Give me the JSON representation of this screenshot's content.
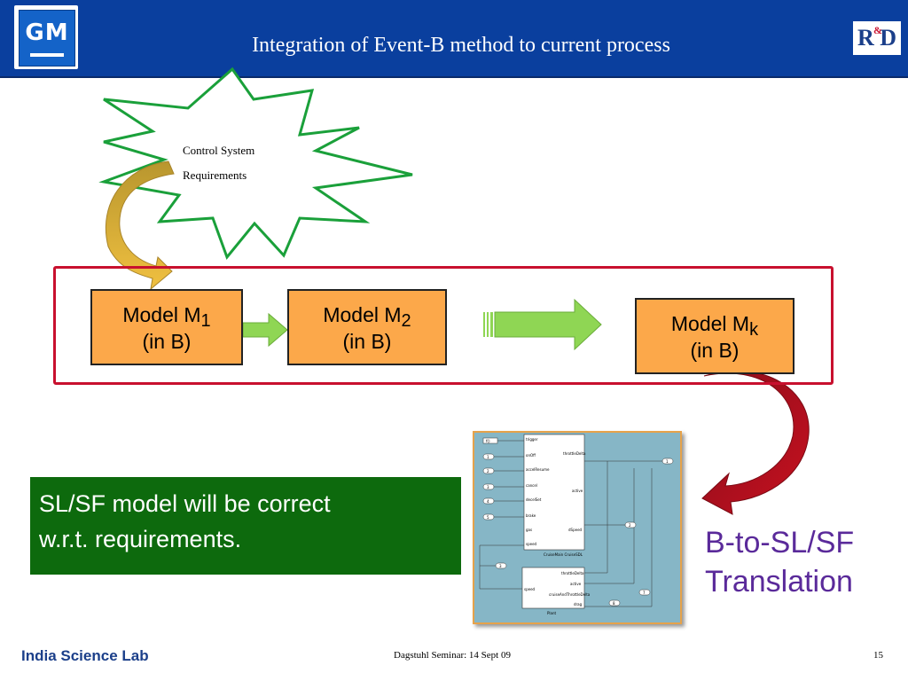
{
  "header": {
    "logo_left": "GM",
    "title": "Integration of  Event-B method to current process",
    "logo_right": "R D",
    "logo_right_amp": "&"
  },
  "star": {
    "line1": "Control System",
    "line2": "Requirements"
  },
  "models": [
    {
      "line1": "Model  M",
      "sub": "1",
      "line2": "(in B)"
    },
    {
      "line1": "Model  M",
      "sub": "2",
      "line2": "(in B)"
    },
    {
      "line1": "Model  M",
      "sub": "k",
      "line2": "(in B)"
    }
  ],
  "statement": {
    "line1": "SL/SF model will be correct",
    "line2": "w.r.t. requirements."
  },
  "translation": {
    "line1": "B-to-SL/SF",
    "line2": "Translation"
  },
  "simulink": {
    "controller_inputs": [
      "f()",
      "1",
      "2",
      "3",
      "4",
      "5"
    ],
    "controller_ports": [
      "trigger",
      "onOff",
      "accelResume",
      "cancel",
      "decelSet",
      "brake",
      "gas",
      "speed"
    ],
    "controller_outputs": [
      "throttleDelta",
      "active",
      "dSpeed"
    ],
    "controller_name": "CruiseMain CruiseSDL",
    "plant_ports": [
      "speed"
    ],
    "plant_outputs": [
      "throttleDelta",
      "active",
      "cruiseAndThrottleDelta",
      "drag"
    ],
    "plant_name": "Plant",
    "out_labels": [
      "1",
      "2",
      "3",
      "7",
      "8"
    ]
  },
  "footer": {
    "left": "India Science Lab",
    "middle": "Dagstuhl  Seminar: 14 Sept 09",
    "page": "15"
  },
  "colors": {
    "header_bg": "#0a3f9e",
    "model_fill": "#fca84a",
    "frame_red": "#c8102e",
    "statement_bg": "#0d6a0d",
    "translation_text": "#5a2a9a",
    "arrow_green": "#8fd654",
    "star_stroke": "#1aa03a"
  }
}
